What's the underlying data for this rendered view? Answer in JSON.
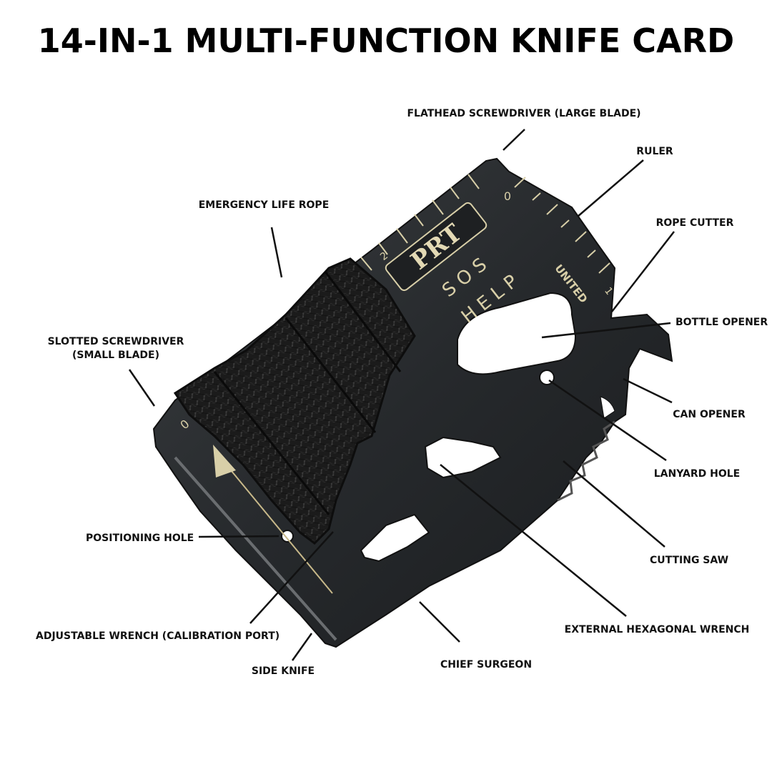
{
  "title": "14-IN-1 MULTI-FUNCTION KNIFE CARD",
  "card": {
    "brand_mark": "PRT",
    "text_sos": "S O S",
    "text_help": "H E L P",
    "text_united": "UNITED",
    "ruler_marks": [
      "0",
      "1",
      "2"
    ]
  },
  "labels": {
    "flathead": "FLATHEAD SCREWDRIVER (LARGE BLADE)",
    "ruler": "RULER",
    "emergency_rope": "EMERGENCY LIFE ROPE",
    "rope_cutter": "ROPE CUTTER",
    "bottle_opener": "BOTTLE OPENER",
    "slotted_line1": "SLOTTED SCREWDRIVER",
    "slotted_line2": "(SMALL BLADE)",
    "can_opener": "CAN OPENER",
    "lanyard_hole": "LANYARD HOLE",
    "positioning_hole": "POSITIONING HOLE",
    "cutting_saw": "CUTTING SAW",
    "adjustable_wrench": "ADJUSTABLE WRENCH (CALIBRATION PORT)",
    "hex_wrench": "EXTERNAL HEXAGONAL WRENCH",
    "side_knife": "SIDE KNIFE",
    "chief_surgeon": "CHIEF SURGEON"
  }
}
